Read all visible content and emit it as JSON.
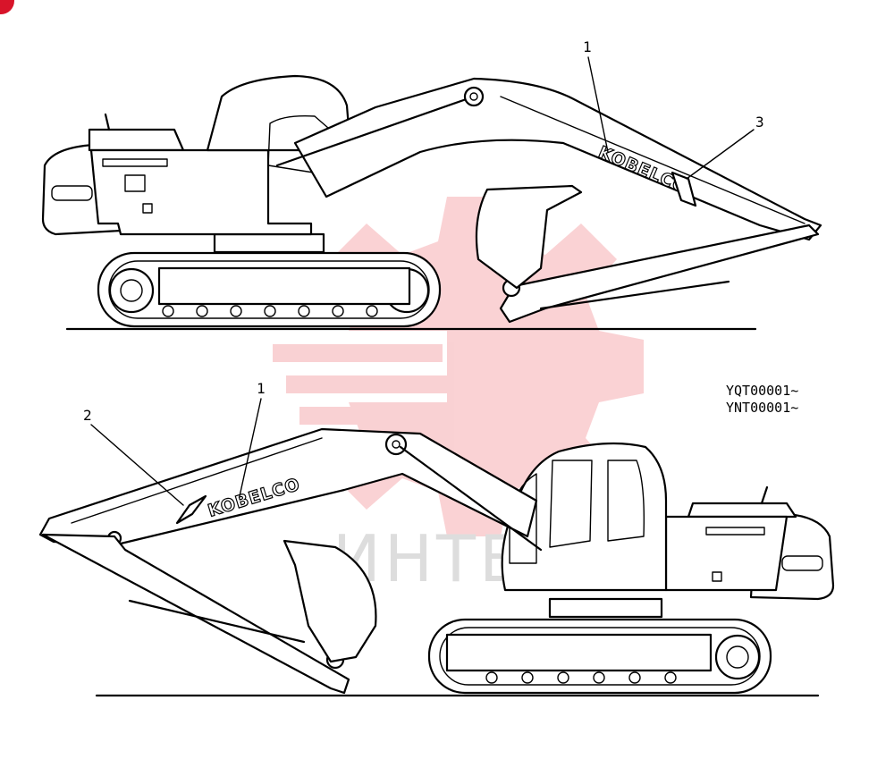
{
  "callouts": {
    "top_1": "1",
    "top_3": "3",
    "bottom_1": "1",
    "bottom_2": "2"
  },
  "decal_text": {
    "top": "KOBELCO",
    "bottom": "KOBELCO"
  },
  "serial_numbers": [
    "YQT00001~",
    "YNT00001~"
  ],
  "watermark": {
    "text": "ИНТЕХ",
    "color": "#e8323c"
  },
  "corner_mark_color": "#d8142a"
}
